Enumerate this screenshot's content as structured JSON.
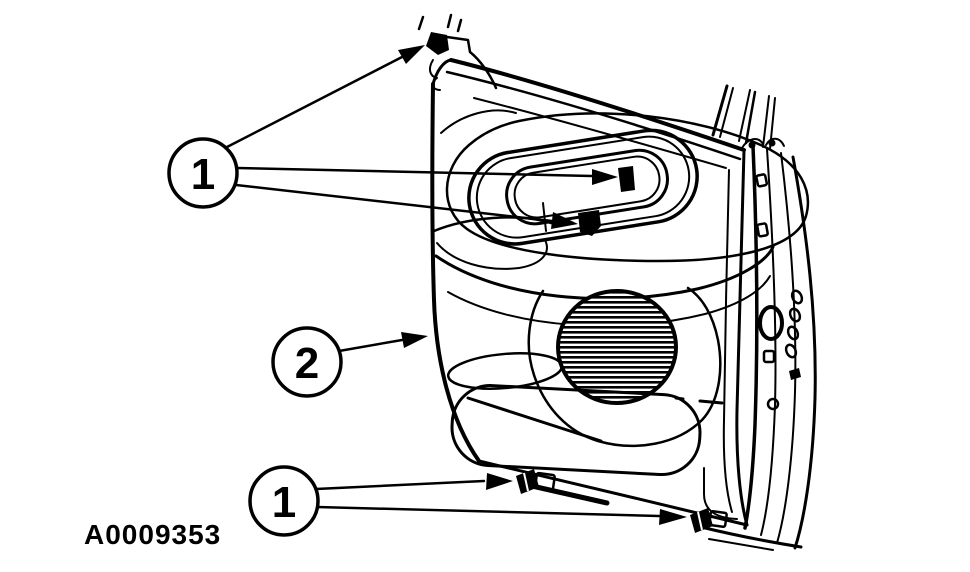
{
  "diagram": {
    "figure_id": "A0009353",
    "callouts": [
      {
        "label": "1",
        "position": "upper-left"
      },
      {
        "label": "2",
        "position": "middle-left"
      },
      {
        "label": "1",
        "position": "lower-left"
      }
    ],
    "colors": {
      "line": "#000000",
      "background": "#ffffff"
    }
  }
}
